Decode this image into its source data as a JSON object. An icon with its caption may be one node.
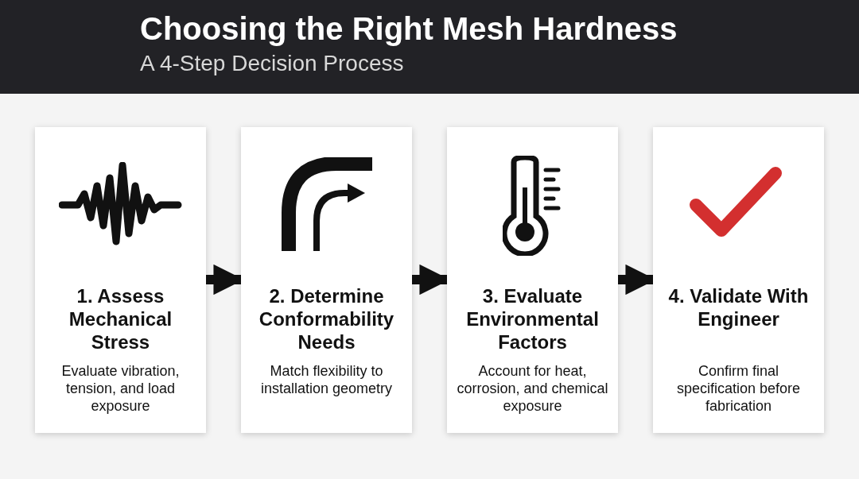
{
  "diagram": {
    "title": "Choosing the Right Mesh Hardness",
    "caption": "A 4-Step Decision Process",
    "nodes": [
      {
        "text": [
          "1. Assess Mechanical Stress",
          "Evaluate vibration, tension, and load exposure"
        ]
      },
      {
        "text": [
          "2. Determine Conformability Needs",
          "Match flexibility to installation geometry"
        ]
      },
      {
        "text": [
          "3. Evaluate Environmental Factors",
          "Account for heat, corrosion, and chemical exposure"
        ]
      },
      {
        "text": [
          "4. Validate With Engineer",
          "Confirm final specification before fabrication"
        ]
      }
    ],
    "edges": [
      {
        "from": 0,
        "to": 1,
        "arrow": "to"
      },
      {
        "from": 1,
        "to": 2,
        "arrow": "to"
      },
      {
        "from": 2,
        "to": 3,
        "arrow": "to"
      }
    ]
  }
}
